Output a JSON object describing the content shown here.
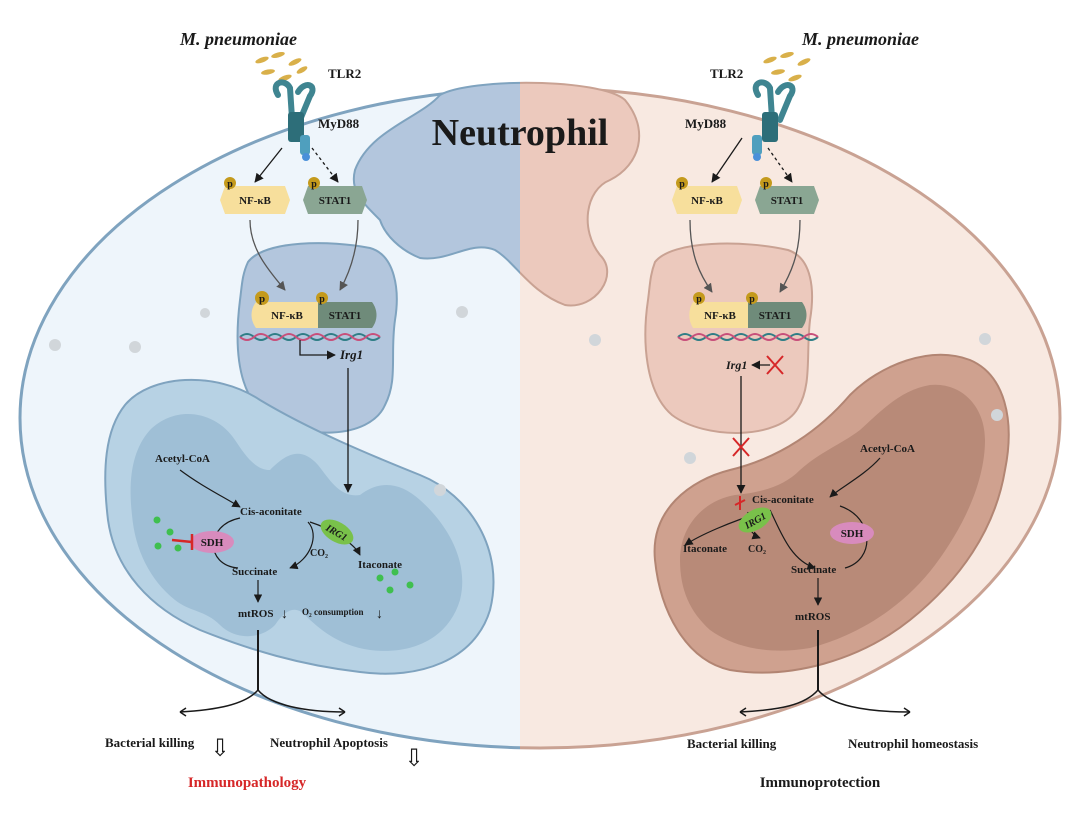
{
  "title": "Neutrophil",
  "left": {
    "pathogen": "M. pneumoniae",
    "receptor": "TLR2",
    "adaptor": "MyD88",
    "nfkb": "NF-κB",
    "stat1": "STAT1",
    "phospho": "p",
    "gene": "Irg1",
    "acetyl": "Acetyl-CoA",
    "cis": "Cis-aconitate",
    "sdh": "SDH",
    "irg1": "IRG1",
    "co2": "CO₂",
    "succinate": "Succinate",
    "itaconate": "Itaconate",
    "mtros": "mtROS",
    "o2": "O₂ consumption",
    "outcome1": "Bacterial killing",
    "outcome2": "Neutrophil Apoptosis",
    "result": "Immunopathology",
    "result_color": "#d62728"
  },
  "right": {
    "pathogen": "M. pneumoniae",
    "receptor": "TLR2",
    "adaptor": "MyD88",
    "nfkb": "NF-κB",
    "stat1": "STAT1",
    "phospho": "p",
    "gene": "Irg1",
    "acetyl": "Acetyl-CoA",
    "cis": "Cis-aconitate",
    "sdh": "SDH",
    "irg1": "IRG1",
    "co2": "CO₂",
    "succinate": "Succinate",
    "itaconate": "Itaconate",
    "mtros": "mtROS",
    "outcome1": "Bacterial killing",
    "outcome2": "Neutrophil homeostasis",
    "result": "Immunoprotection",
    "result_color": "#1a1a1a"
  },
  "colors": {
    "left_cell": "#eef5fb",
    "right_cell": "#f8e9e1",
    "left_nucleus": "#b3c6dd",
    "right_nucleus": "#ecc9bd",
    "left_mito": "#b7d2e4",
    "right_mito": "#cfa18f",
    "nfkb_box": "#f7df9c",
    "stat1_box": "#8aa693",
    "sdh": "#d88bbd",
    "irg1": "#79c14a",
    "inhibit": "#d62728",
    "dot": "#3fbf4f"
  }
}
